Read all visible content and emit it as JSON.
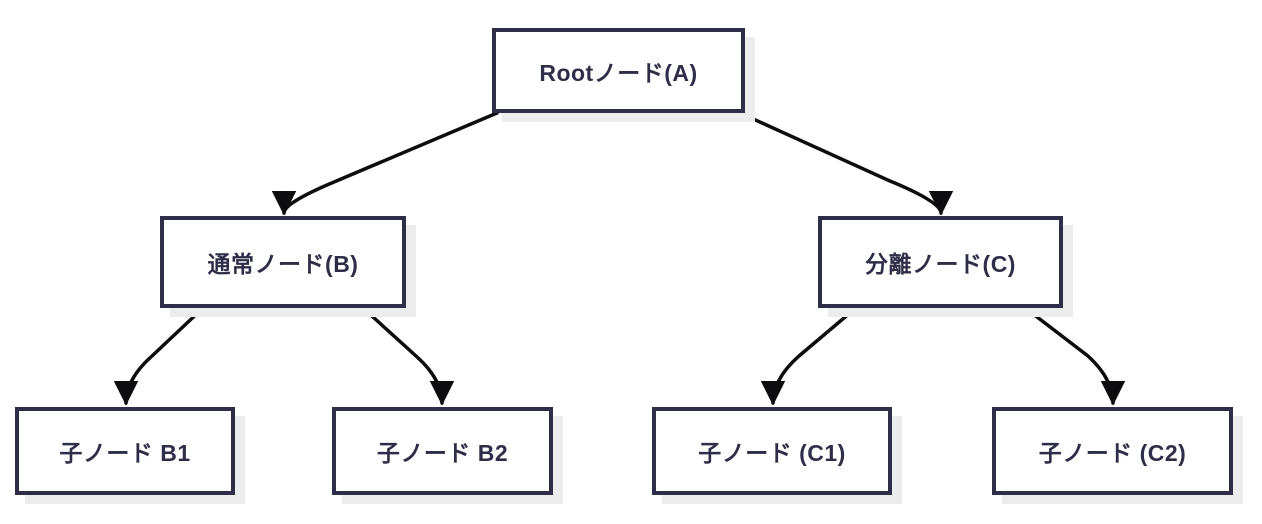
{
  "diagram": {
    "type": "tree",
    "orientation": "top-down",
    "nodes": [
      {
        "id": "A",
        "label": "Rootノード(A)",
        "level": 0
      },
      {
        "id": "B",
        "label": "通常ノード(B)",
        "level": 1
      },
      {
        "id": "C",
        "label": "分離ノード(C)",
        "level": 1
      },
      {
        "id": "B1",
        "label": "子ノード B1",
        "level": 2
      },
      {
        "id": "B2",
        "label": "子ノード B2",
        "level": 2
      },
      {
        "id": "C1",
        "label": "子ノード (C1)",
        "level": 2
      },
      {
        "id": "C2",
        "label": "子ノード (C2)",
        "level": 2
      }
    ],
    "edges": [
      {
        "from": "A",
        "to": "B"
      },
      {
        "from": "A",
        "to": "C"
      },
      {
        "from": "B",
        "to": "B1"
      },
      {
        "from": "B",
        "to": "B2"
      },
      {
        "from": "C",
        "to": "C1"
      },
      {
        "from": "C",
        "to": "C2"
      }
    ],
    "colors": {
      "node_border": "#2e2e48",
      "node_text": "#2e2e48",
      "node_fill": "#ffffff",
      "node_shadow": "#ececec",
      "edge": "#0d0d0f",
      "background": "#ffffff"
    }
  }
}
